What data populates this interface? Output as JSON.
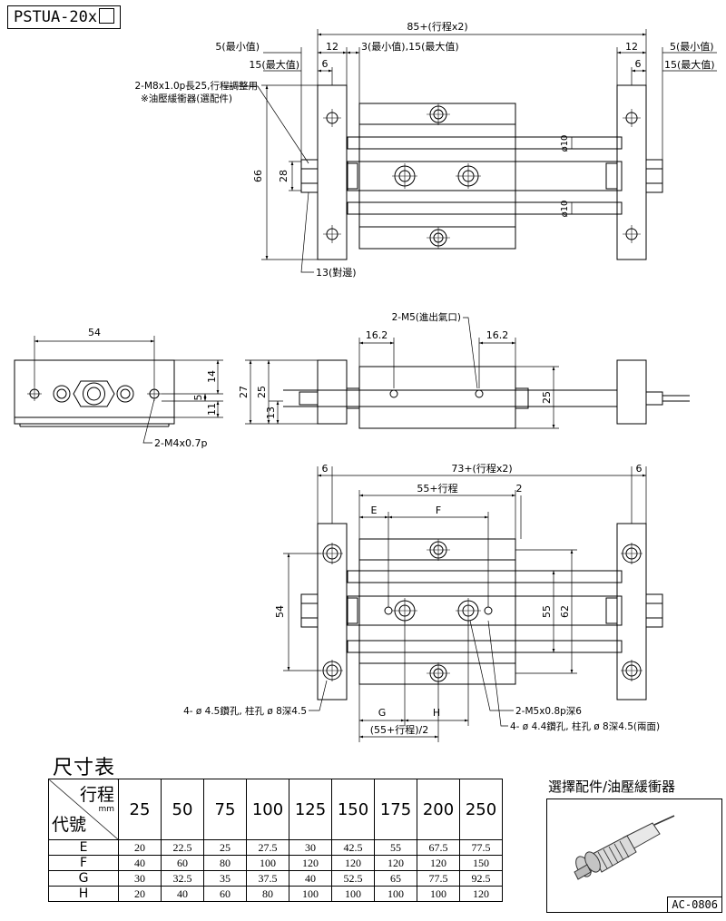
{
  "model": {
    "label": "PSTUA-20x"
  },
  "top_view": {
    "dim_overall": "85+(行程x2)",
    "dim_left_min": "5(最小值)",
    "dim_left_max": "15(最大值)",
    "dim_12_left": "12",
    "dim_6_left": "6",
    "dim_stroke_range": "3(最小值),15(最大值)",
    "dim_12_right": "12",
    "dim_6_right": "6",
    "dim_right_min": "5(最小值)",
    "dim_right_max": "15(最大值)",
    "note_thread_1": "2-M8x1.0p長25,行程調整用",
    "note_thread_2": "※油壓緩衝器(選配件)",
    "dim_66": "66",
    "dim_28": "28",
    "dim_rod_1": "ø10",
    "dim_rod_2": "ø10",
    "note_hex": "13(對邊)"
  },
  "side_view": {
    "dim_54": "54",
    "dim_14": "14",
    "dim_5": "5",
    "dim_11": "11",
    "note_m4": "2-M4x0.7p",
    "dim_27": "27",
    "dim_25_left": "25",
    "dim_13": "13",
    "note_port": "2-M5(進出氣口)",
    "dim_16_2_left": "16.2",
    "dim_16_2_right": "16.2",
    "dim_25_right": "25"
  },
  "bottom_view": {
    "dim_6_left": "6",
    "dim_overall": "73+(行程x2)",
    "dim_6_right": "6",
    "dim_55_stroke": "55+行程",
    "dim_2": "2",
    "dim_e": "E",
    "dim_f": "F",
    "dim_54": "54",
    "dim_55": "55",
    "dim_62": "62",
    "note_hole_left": "4- ø 4.5鑽孔, 柱孔 ø 8深4.5",
    "dim_g": "G",
    "dim_h": "H",
    "dim_half": "(55+行程)/2",
    "note_m5": "2-M5x0.8p深6",
    "note_hole_right": "4- ø 4.4鑽孔, 柱孔 ø 8深4.5(兩面)"
  },
  "dimension_table": {
    "title": "尺寸表",
    "header_stroke": "行程",
    "header_unit": "mm",
    "header_code": "代號",
    "strokes": [
      "25",
      "50",
      "75",
      "100",
      "125",
      "150",
      "175",
      "200",
      "250"
    ],
    "rows": [
      {
        "code": "E",
        "values": [
          "20",
          "22.5",
          "25",
          "27.5",
          "30",
          "42.5",
          "55",
          "67.5",
          "77.5"
        ]
      },
      {
        "code": "F",
        "values": [
          "40",
          "60",
          "80",
          "100",
          "120",
          "120",
          "120",
          "120",
          "150"
        ]
      },
      {
        "code": "G",
        "values": [
          "30",
          "32.5",
          "35",
          "37.5",
          "40",
          "52.5",
          "65",
          "77.5",
          "92.5"
        ]
      },
      {
        "code": "H",
        "values": [
          "20",
          "40",
          "60",
          "80",
          "100",
          "100",
          "100",
          "100",
          "120"
        ]
      }
    ]
  },
  "option": {
    "title": "選擇配件/油壓緩衝器",
    "code": "AC-0806"
  }
}
